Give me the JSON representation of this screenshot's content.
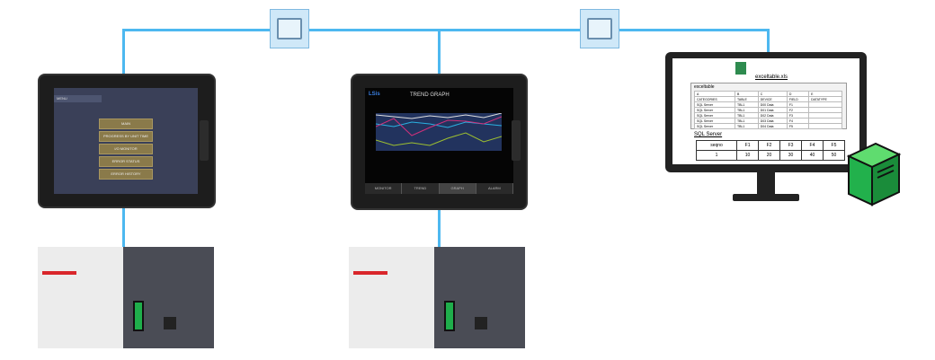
{
  "colors": {
    "network": "#4db8f0",
    "hmi_bezel": "#1d1d1d",
    "server": "#22b14c"
  },
  "hmi_menu": {
    "title": "MENU",
    "buttons": [
      "MAIN",
      "PROGRESS BY UNIT TIME",
      "I/O MONITOR",
      "ERROR STATUS",
      "ERROR HISTORY"
    ]
  },
  "hmi_trend": {
    "logo": "LSis",
    "title": "TREND GRAPH",
    "tabs": [
      "MONITOR",
      "TREND",
      "GRAPH",
      "ALARM"
    ]
  },
  "pc": {
    "file_name": "exceltable.xls",
    "sheet": {
      "title": "exceltable",
      "columns": [
        "A",
        "B",
        "C",
        "D",
        "E"
      ],
      "rows": [
        [
          "CATEGORIES",
          "TABLE",
          "DEVICE",
          "FIELD",
          "DATATYPE"
        ],
        [
          "SQL Server",
          "TBL1",
          "D00 Data",
          "F1",
          ""
        ],
        [
          "SQL Server",
          "TBL1",
          "D01 Data",
          "F2",
          ""
        ],
        [
          "SQL Server",
          "TBL1",
          "D02 Data",
          "F3",
          ""
        ],
        [
          "SQL Server",
          "TBL1",
          "D03 Data",
          "F4",
          ""
        ],
        [
          "SQL Server",
          "TBL1",
          "D04 Data",
          "F5",
          ""
        ]
      ]
    },
    "sql": {
      "title": "SQL Server",
      "headers": [
        "seqno",
        "F1",
        "F2",
        "F3",
        "F4",
        "F5"
      ],
      "row": [
        "1",
        "10",
        "20",
        "30",
        "40",
        "50"
      ]
    }
  }
}
